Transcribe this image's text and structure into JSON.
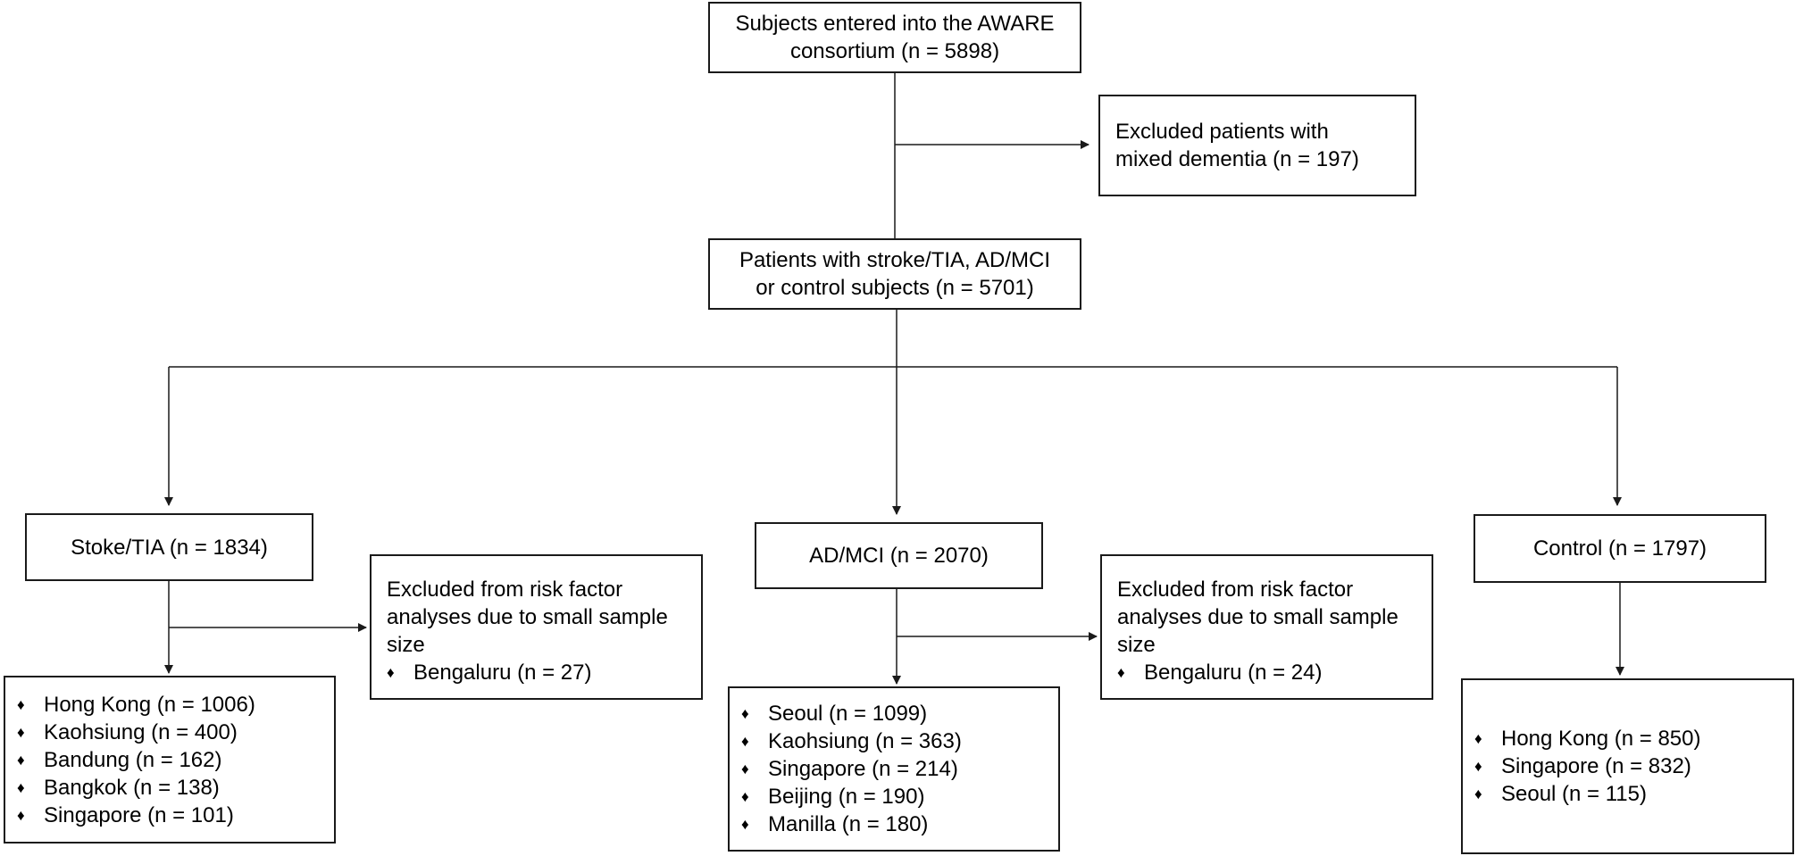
{
  "flow": {
    "entered": {
      "line1": "Subjects entered into the AWARE",
      "line2": "consortium (n = 5898)"
    },
    "excluded_mixed": {
      "line1": "Excluded patients with",
      "line2": "mixed dementia (n = 197)"
    },
    "patients": {
      "line1": "Patients with stroke/TIA, AD/MCI",
      "line2": "or control subjects (n = 5701)"
    },
    "stroke": {
      "label": "Stoke/TIA (n = 1834)"
    },
    "admci": {
      "label": "AD/MCI (n = 2070)"
    },
    "control": {
      "label": "Control (n = 1797)"
    },
    "excluded_stroke": {
      "line1": "Excluded from risk factor",
      "line2": "analyses due to small sample",
      "line3": "size",
      "item": "Bengaluru (n = 27)"
    },
    "excluded_admci": {
      "line1": "Excluded from risk factor",
      "line2": "analyses due to small sample",
      "line3": "size",
      "item": "Bengaluru (n = 24)"
    },
    "stroke_sites": [
      "Hong Kong (n = 1006)",
      "Kaohsiung (n = 400)",
      "Bandung (n = 162)",
      "Bangkok (n = 138)",
      "Singapore (n = 101)"
    ],
    "admci_sites": [
      "Seoul (n = 1099)",
      "Kaohsiung (n = 363)",
      "Singapore (n = 214)",
      "Beijing (n = 190)",
      "Manilla (n = 180)"
    ],
    "control_sites": [
      "Hong Kong (n = 850)",
      "Singapore (n = 832)",
      "Seoul (n = 115)"
    ],
    "bullet_glyph": "♦"
  },
  "colors": {
    "line": "#1a1a1a",
    "text": "#000000",
    "background": "#ffffff"
  }
}
